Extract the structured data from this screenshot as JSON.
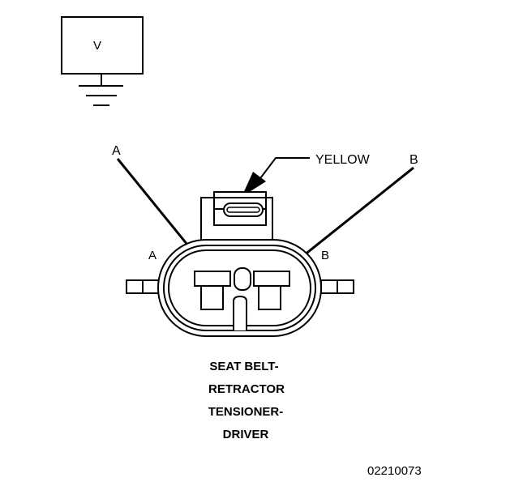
{
  "meter": {
    "label": "V"
  },
  "wire": {
    "color_label": "YELLOW"
  },
  "callouts": {
    "left": "A",
    "right": "B"
  },
  "terminals": {
    "left": "A",
    "right": "B"
  },
  "caption": {
    "line1": "SEAT BELT-",
    "line2": "RETRACTOR",
    "line3": "TENSIONER-",
    "line4": "DRIVER"
  },
  "figure_id": "02210073",
  "colors": {
    "ink": "#000000",
    "paper": "#ffffff"
  }
}
